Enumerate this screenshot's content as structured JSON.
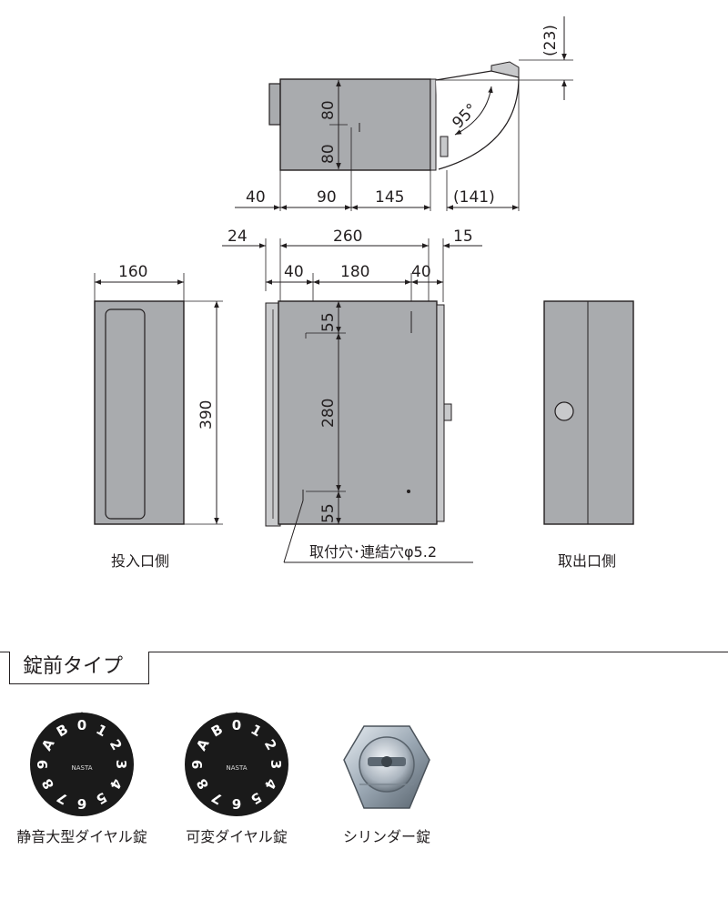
{
  "dimensions": {
    "top": {
      "d23": "(23)",
      "d80a": "80",
      "d80b": "80",
      "angle": "95°",
      "d40": "40",
      "d90": "90",
      "d145": "145",
      "d141": "(141)"
    },
    "front": {
      "d24": "24",
      "d260": "260",
      "d15": "15",
      "d40a": "40",
      "d180": "180",
      "d40b": "40",
      "d55a": "55",
      "d280": "280",
      "d55b": "55"
    },
    "side": {
      "d160": "160",
      "d390": "390"
    }
  },
  "callout": {
    "hole_note": "取付穴･連結穴φ5.2"
  },
  "views": {
    "insert_side": "投入口側",
    "takeout_side": "取出口側"
  },
  "lock_section": {
    "title": "錠前タイプ",
    "items": [
      {
        "label": "静音大型ダイヤル錠",
        "dial_text": "NASTA"
      },
      {
        "label": "可変ダイヤル錠",
        "dial_text": "NASTA"
      },
      {
        "label": "シリンダー錠"
      }
    ],
    "dial_glyphs": [
      "0",
      "1",
      "2",
      "3",
      "4",
      "5",
      "6",
      "7",
      "8",
      "9",
      "A",
      "B"
    ]
  }
}
